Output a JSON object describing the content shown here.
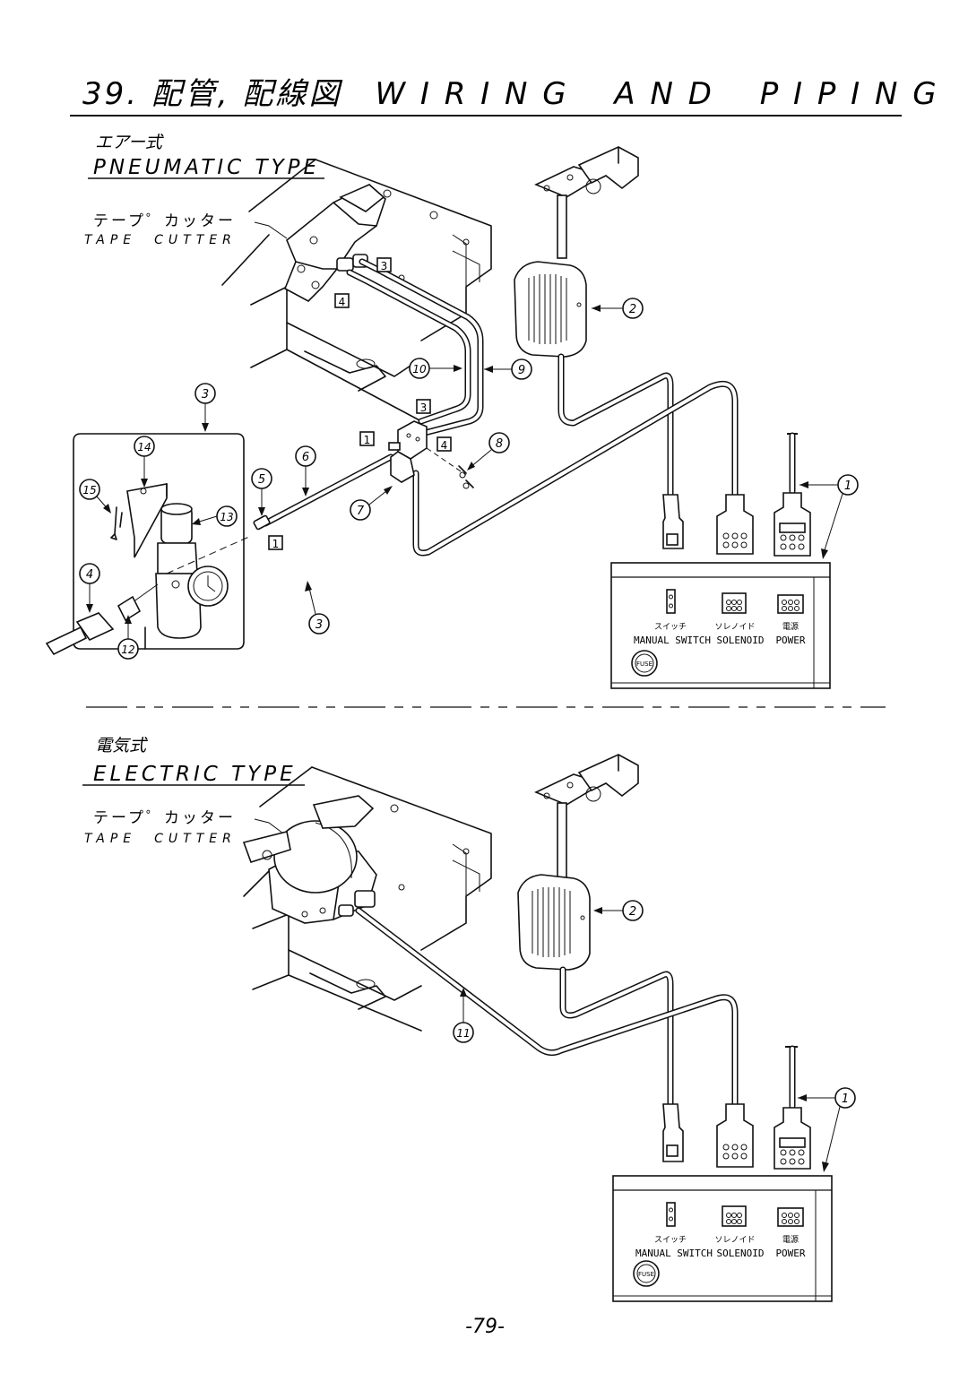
{
  "page": {
    "title": "39. 配管, 配線図　W I R I N G　 A N D　 P I P I N G",
    "page_number": "-79-"
  },
  "pneumatic": {
    "title_jp": "エアー式",
    "title_en": "PNEUMATIC TYPE",
    "tape_cutter_jp": "テープ゜カッター",
    "tape_cutter_en": "TAPE　CUTTER",
    "callouts": [
      "1",
      "2",
      "3",
      "4",
      "5",
      "6",
      "7",
      "8",
      "9",
      "10",
      "12",
      "13",
      "14",
      "15"
    ],
    "boxes": [
      "1",
      "3",
      "4"
    ],
    "control_box": {
      "switch_jp": "スイッチ",
      "switch_en": "MANUAL SWITCH",
      "solenoid_jp": "ソレノイド",
      "solenoid_en": "SOLENOID",
      "power_jp": "電源",
      "power_en": "POWER",
      "fuse": "FUSE"
    }
  },
  "electric": {
    "title_jp": "電気式",
    "title_en": "ELECTRIC TYPE",
    "tape_cutter_jp": "テープ゜カッター",
    "tape_cutter_en": "TAPE　CUTTER",
    "callouts": [
      "1",
      "2",
      "11"
    ],
    "control_box": {
      "switch_jp": "スイッチ",
      "switch_en": "MANUAL SWITCH",
      "solenoid_jp": "ソレノイド",
      "solenoid_en": "SOLENOID",
      "power_jp": "電源",
      "power_en": "POWER",
      "fuse": "FUSE"
    }
  }
}
